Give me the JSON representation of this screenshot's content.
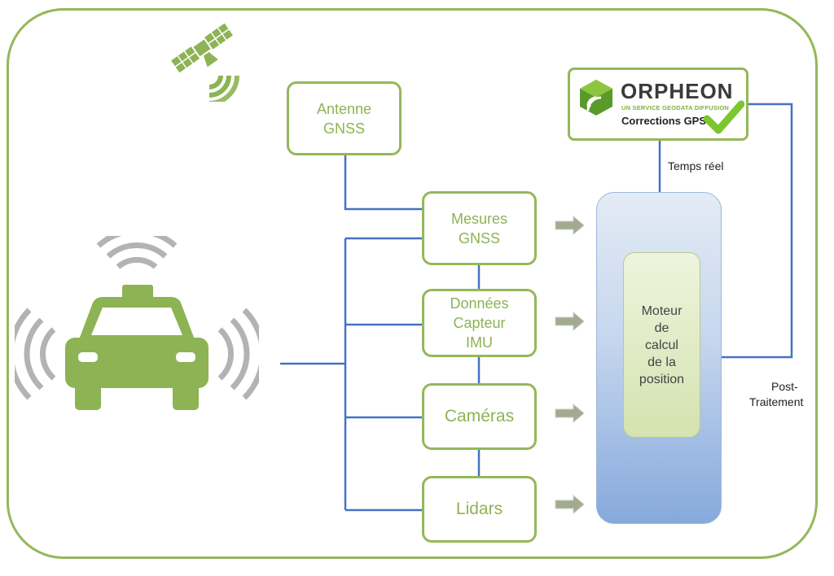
{
  "boxes": {
    "antenne": [
      "Antenne",
      "GNSS"
    ],
    "mesures": [
      "Mesures",
      "GNSS"
    ],
    "imu": [
      "Données",
      "Capteur",
      "IMU"
    ],
    "cameras": "Caméras",
    "lidars": "Lidars"
  },
  "engine": {
    "core_lines": [
      "Moteur",
      "de",
      "calcul",
      "de la",
      "position"
    ]
  },
  "orpheon": {
    "name": "ORPHEON",
    "tagline": "UN SERVICE GEODATA DIFFUSION",
    "product": "Corrections GPS"
  },
  "labels": {
    "realtime": "Temps réel",
    "post": [
      "Post-",
      "Traitement"
    ]
  },
  "colors": {
    "frame_green": "#94b85a",
    "text_green": "#8db354",
    "wire_blue": "#4472c4",
    "arrow_gray": "#a3aa92",
    "icon_gray": "#b3b3b3"
  },
  "icons": [
    "satellite-icon",
    "car-icon",
    "signal-waves-icon",
    "arrow-icon",
    "checkmark-icon"
  ]
}
